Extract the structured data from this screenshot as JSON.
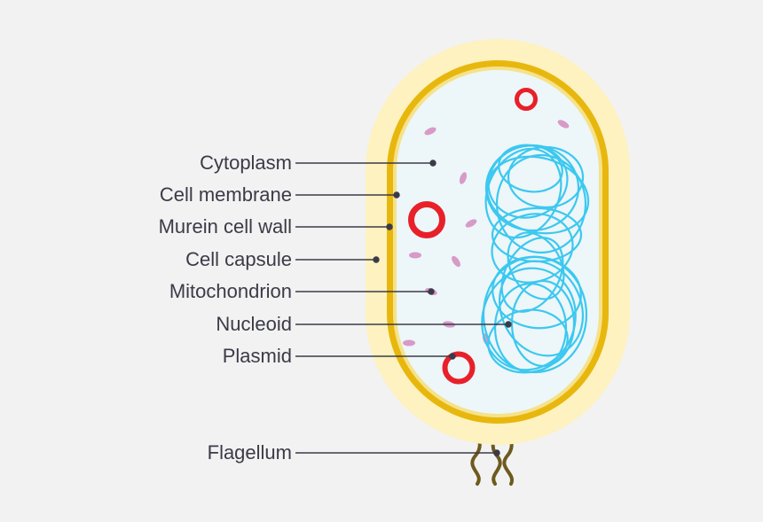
{
  "labels": {
    "cytoplasm": "Cytoplasm",
    "cell_membrane": "Cell membrane",
    "murein_cell_wall": "Murein cell wall",
    "cell_capsule": "Cell capsule",
    "mitochondrion": "Mitochondrion",
    "nucleoid": "Nucleoid",
    "plasmid": "Plasmid",
    "flagellum": "Flagellum"
  },
  "colors": {
    "background": "#f2f2f2",
    "capsule": "#fdf2c0",
    "cell_wall": "#e8b70e",
    "cytoplasm": "#edf6f8",
    "nucleoid": "#3cc8f0",
    "plasmid": "#e8202a",
    "mitochondrion": "#d89ac8",
    "flagellum": "#6e5a1e",
    "label_text": "#3b3b48",
    "leader_line": "#3b3b48"
  }
}
